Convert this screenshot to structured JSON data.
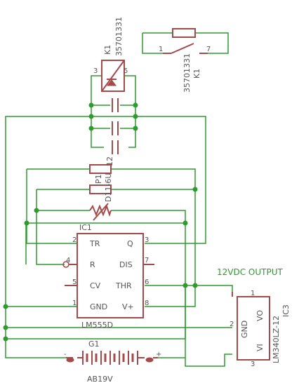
{
  "k1_top": {
    "name": "K1",
    "value": "35701331",
    "pin3": "3",
    "pin5": "5"
  },
  "k1_switch": {
    "name": "K1",
    "value": "35701331",
    "pin1": "1",
    "pin7": "7"
  },
  "r_top": {
    "value": "12"
  },
  "r_mid": {
    "name": "P1",
    "value": "D11-6U"
  },
  "ic1": {
    "name": "IC1",
    "value": "LM555D",
    "pins": {
      "tr": "TR",
      "r": "R",
      "cv": "CV",
      "gnd": "GND",
      "q": "Q",
      "dis": "DIS",
      "thr": "THR",
      "vplus": "V+"
    },
    "pin_numbers": {
      "tr": "2",
      "r": "4",
      "cv": "5",
      "gnd": "1",
      "q": "3",
      "dis": "7",
      "thr": "6",
      "vplus": "8"
    }
  },
  "output_label": "12VDC OUTPUT",
  "ic3": {
    "name": "IC3",
    "value": "LM340LZ-12",
    "pins": {
      "vo": "VO",
      "gnd": "GND",
      "vi": "VI"
    },
    "pin_numbers": {
      "vo": "1",
      "gnd": "2",
      "vi": "3"
    }
  },
  "battery": {
    "name": "G1",
    "value": "AB19V",
    "minus": "-",
    "plus": "+"
  }
}
